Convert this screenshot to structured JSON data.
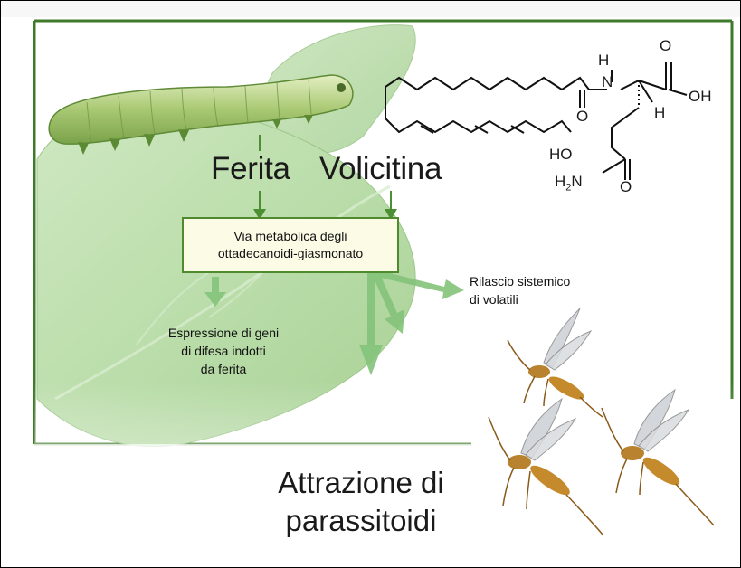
{
  "labels": {
    "wounding": "Ferita",
    "volicitin": "Volicitina",
    "pathway_line1": "Via metabolica degli",
    "pathway_line2": "ottadecanoidi-giasmonato",
    "defense_line1": "Espressione di geni",
    "defense_line2": "di difesa indotti",
    "defense_line3": "da ferita",
    "volatiles_line1": "Rilascio sistemico",
    "volatiles_line2": "di volatili",
    "attraction_line1": "Attrazione di",
    "attraction_line2": "parassitoidi"
  },
  "molecule": {
    "atoms": [
      "H",
      "N",
      "O",
      "OH",
      "O",
      "H",
      "HO",
      "H2N",
      "O"
    ]
  },
  "colors": {
    "frame_green": "#3f7a2a",
    "leaf_green": "#bfe0b0",
    "arrow_green": "#4c8f32",
    "box_fill": "#fbfbe6"
  },
  "icons": [
    "caterpillar",
    "leaf",
    "wasp"
  ]
}
